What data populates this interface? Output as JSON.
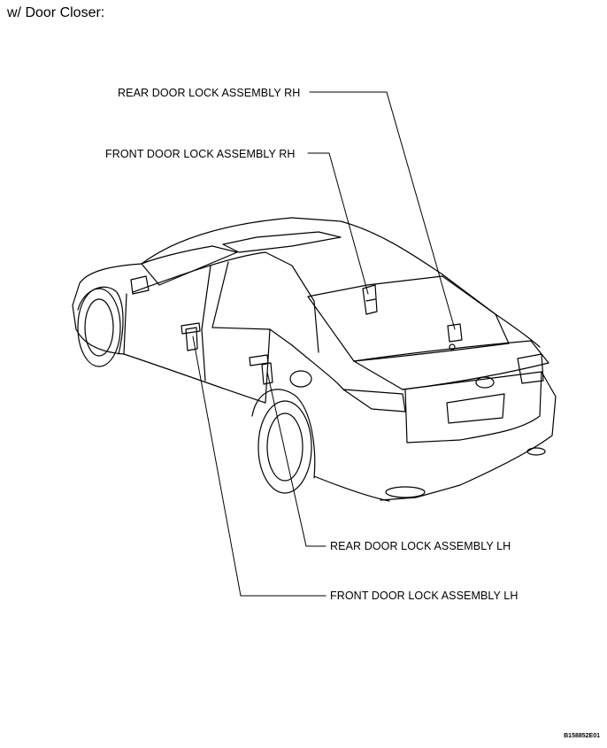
{
  "heading": "w/ Door Closer:",
  "callouts": {
    "rear_rh": "REAR DOOR LOCK ASSEMBLY RH",
    "front_rh": "FRONT DOOR LOCK ASSEMBLY RH",
    "rear_lh": "REAR DOOR LOCK ASSEMBLY LH",
    "front_lh": "FRONT DOOR LOCK ASSEMBLY LH"
  },
  "figure_code": "B158852E01",
  "icons": {
    "car": "sedan-car-rear-quarter-icon",
    "lock": "door-lock-assembly-icon"
  }
}
